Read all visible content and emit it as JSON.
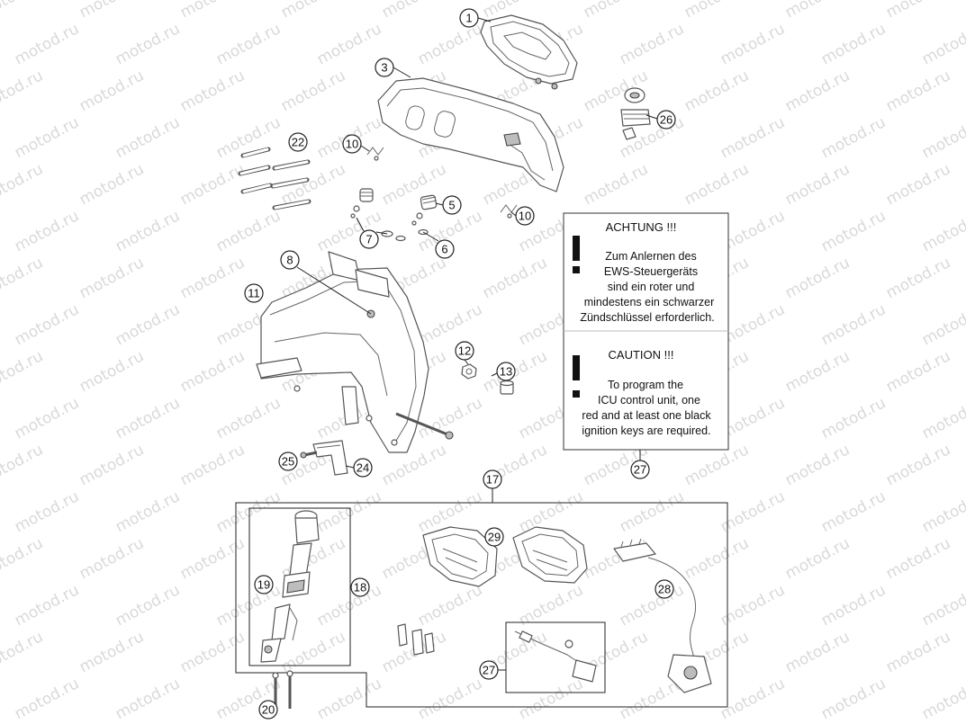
{
  "watermark": {
    "text": "motod.ru"
  },
  "callouts": [
    "1",
    "3",
    "26",
    "22",
    "10",
    "10",
    "5",
    "7",
    "6",
    "8",
    "11",
    "12",
    "13",
    "25",
    "24",
    "27",
    "17",
    "29",
    "19",
    "18",
    "28",
    "27",
    "20"
  ],
  "warning": {
    "de_title": "ACHTUNG !!!",
    "de_lines": [
      "Zum Anlernen des",
      "EWS-Steuergeräts",
      "sind ein roter und",
      "mindestens ein schwarzer",
      "Zündschlüssel erforderlich."
    ],
    "en_title": "CAUTION !!!",
    "en_lines": [
      "To program the",
      "ICU control unit, one",
      "red and at least one black",
      "ignition keys are required."
    ]
  },
  "icons": {
    "warning": "exclamation-icon"
  },
  "colors": {
    "line": "#555555",
    "callout": "#222222",
    "watermark": "#d9d9d9"
  }
}
